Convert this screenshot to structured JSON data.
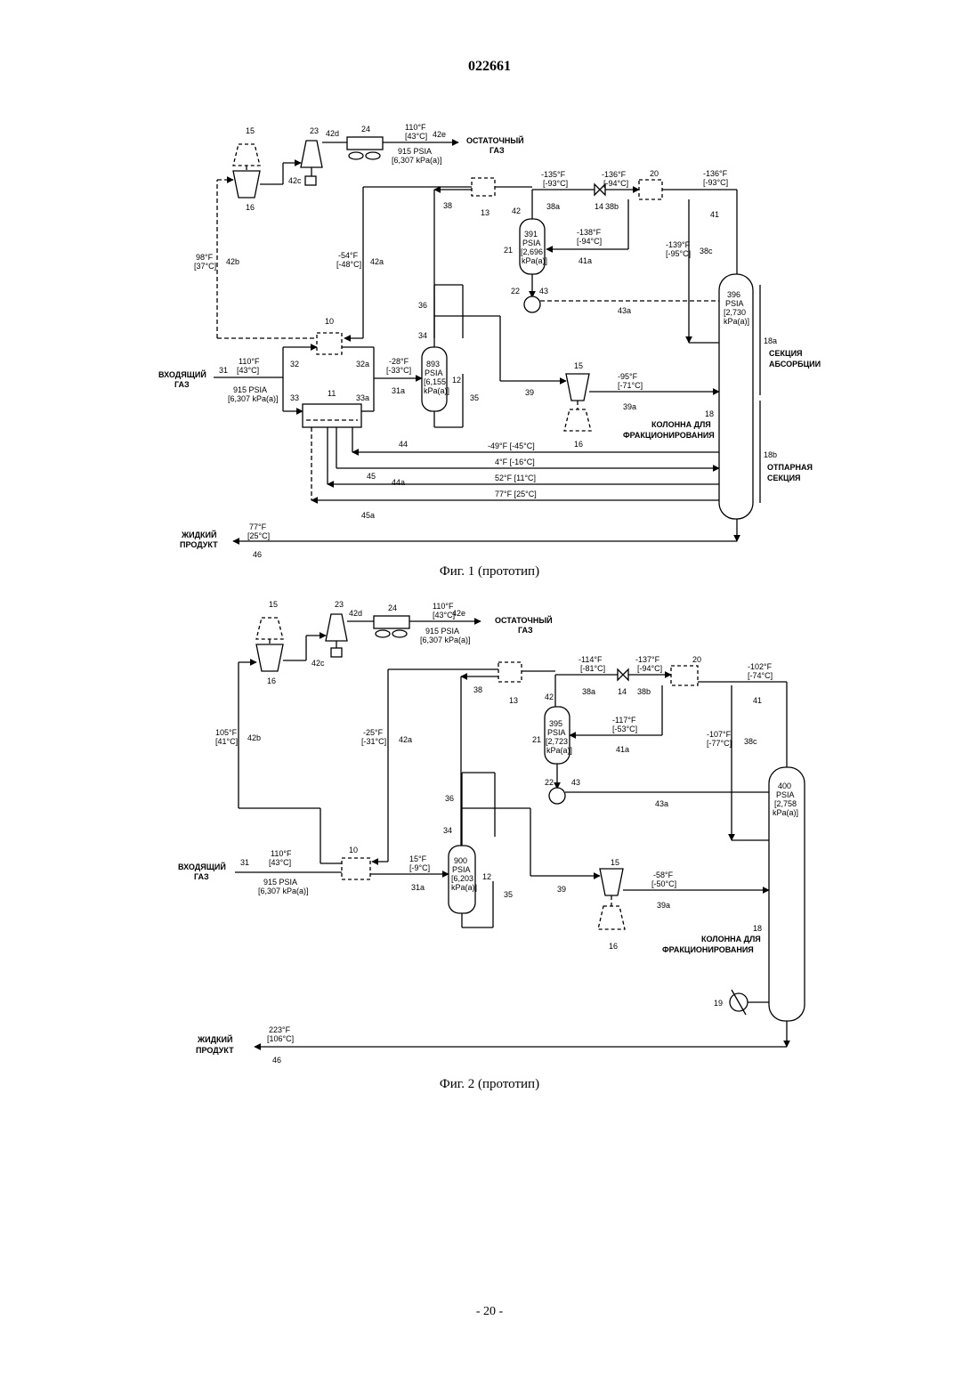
{
  "header": {
    "doc_number": "022661"
  },
  "fig1": {
    "caption": "Фиг. 1 (прототип)",
    "labels": {
      "inlet_gas": [
        "ВХОДЯЩИЙ",
        "ГАЗ"
      ],
      "residue_gas": [
        "ОСТАТОЧНЫЙ",
        "ГАЗ"
      ],
      "liquid_product": [
        "ЖИДКИЙ",
        "ПРОДУКТ"
      ],
      "column": [
        "КОЛОННА ДЛЯ",
        "ФРАКЦИОНИРОВАНИЯ"
      ],
      "absorption_section": [
        "СЕКЦИЯ",
        "АБСОРБЦИИ"
      ],
      "stripping_section": [
        "ОТПАРНАЯ",
        "СЕКЦИЯ"
      ]
    },
    "conditions": {
      "inlet_t": [
        "110°F",
        "[43°C]"
      ],
      "inlet_p": [
        "915 PSIA",
        "[6,307 kPa(a)]"
      ],
      "residue_t": [
        "110°F",
        "[43°C]"
      ],
      "residue_p": [
        "915 PSIA",
        "[6,307 kPa(a)]"
      ],
      "s42b": [
        "98°F",
        "[37°C]"
      ],
      "s42a": [
        "-54°F",
        "[-48°C]"
      ],
      "s31a": [
        "-28°F",
        "[-33°C]"
      ],
      "s38a": [
        "-135°F",
        "[-93°C]"
      ],
      "s38b": [
        "-136°F",
        "[-94°C]"
      ],
      "s41": [
        "-136°F",
        "[-93°C]"
      ],
      "s41a": [
        "-138°F",
        "[-94°C]"
      ],
      "s38c": [
        "-139°F",
        "[-95°C]"
      ],
      "s39a": [
        "-95°F",
        "[-71°C]"
      ],
      "s44": "-49°F [-45°C]",
      "s44b": "4°F [-16°C]",
      "s44a": "52°F [11°C]",
      "s45a": "77°F [25°C]",
      "s46": [
        "77°F",
        "[25°C]"
      ],
      "sep12": [
        "893",
        "PSIA",
        "[6,155",
        "kPa(a)]"
      ],
      "sep21": [
        "391",
        "PSIA",
        "[2,696",
        "kPa(a)]"
      ],
      "col18": [
        "396",
        "PSIA",
        "[2,730",
        "kPa(a)]"
      ]
    },
    "tags": {
      "n15": "15",
      "n16": "16",
      "n15b": "15",
      "n16b": "16",
      "n23": "23",
      "n24": "24",
      "n42d": "42d",
      "n42e": "42e",
      "n42c": "42c",
      "n42b": "42b",
      "n42a": "42a",
      "n42": "42",
      "n38": "38",
      "n13": "13",
      "n38a": "38a",
      "n14": "14",
      "n38b": "38b",
      "n20": "20",
      "n41": "41",
      "n41a": "41a",
      "n38c": "38c",
      "n21": "21",
      "n22": "22",
      "n43": "43",
      "n43a": "43a",
      "n10": "10",
      "n11": "11",
      "n31": "31",
      "n32": "32",
      "n32a": "32a",
      "n33": "33",
      "n33a": "33a",
      "n31a": "31a",
      "n12": "12",
      "n34": "34",
      "n35": "35",
      "n36": "36",
      "n39": "39",
      "n39a": "39a",
      "n18": "18",
      "n18a": "18a",
      "n18b": "18b",
      "n44": "44",
      "n45": "45",
      "n44a": "44a",
      "n45a": "45a",
      "n46": "46"
    }
  },
  "fig2": {
    "caption": "Фиг. 2 (прототип)",
    "labels": {
      "inlet_gas": [
        "ВХОДЯЩИЙ",
        "ГАЗ"
      ],
      "residue_gas": [
        "ОСТАТОЧНЫЙ",
        "ГАЗ"
      ],
      "liquid_product": [
        "ЖИДКИЙ",
        "ПРОДУКТ"
      ],
      "column": [
        "КОЛОННА ДЛЯ",
        "ФРАКЦИОНИРОВАНИЯ"
      ]
    },
    "conditions": {
      "inlet_t": [
        "110°F",
        "[43°C]"
      ],
      "inlet_p": [
        "915 PSIA",
        "[6,307 kPa(a)]"
      ],
      "residue_t": [
        "110°F",
        "[43°C]"
      ],
      "residue_p": [
        "915 PSIA",
        "[6,307 kPa(a)]"
      ],
      "s42b": [
        "105°F",
        "[41°C]"
      ],
      "s42a": [
        "-25°F",
        "[-31°C]"
      ],
      "s31a": [
        "15°F",
        "[-9°C]"
      ],
      "s38a": [
        "-114°F",
        "[-81°C]"
      ],
      "s38b": [
        "-137°F",
        "[-94°C]"
      ],
      "s41": [
        "-102°F",
        "[-74°C]"
      ],
      "s41a": [
        "-117°F",
        "[-53°C]"
      ],
      "s38c": [
        "-107°F",
        "[-77°C]"
      ],
      "s39a": [
        "-58°F",
        "[-50°C]"
      ],
      "s46": [
        "223°F",
        "[106°C]"
      ],
      "sep12": [
        "900",
        "PSIA",
        "[6,203",
        "kPa(a)]"
      ],
      "sep21": [
        "395",
        "PSIA",
        "[2,723",
        "kPa(a)]"
      ],
      "col18": [
        "400",
        "PSIA",
        "[2,758",
        "kPa(a)]"
      ]
    },
    "tags": {
      "n15": "15",
      "n16": "16",
      "n15b": "15",
      "n16b": "16",
      "n23": "23",
      "n24": "24",
      "n42d": "42d",
      "n42e": "42e",
      "n42c": "42c",
      "n42b": "42b",
      "n42a": "42a",
      "n42": "42",
      "n38": "38",
      "n13": "13",
      "n38a": "38a",
      "n14": "14",
      "n38b": "38b",
      "n20": "20",
      "n41": "41",
      "n41a": "41a",
      "n38c": "38c",
      "n21": "21",
      "n22": "22",
      "n43": "43",
      "n43a": "43a",
      "n10": "10",
      "n31": "31",
      "n31a": "31a",
      "n12": "12",
      "n34": "34",
      "n35": "35",
      "n36": "36",
      "n39": "39",
      "n39a": "39a",
      "n18": "18",
      "n19": "19",
      "n46": "46"
    }
  },
  "footer": {
    "page_number": "- 20 -"
  }
}
